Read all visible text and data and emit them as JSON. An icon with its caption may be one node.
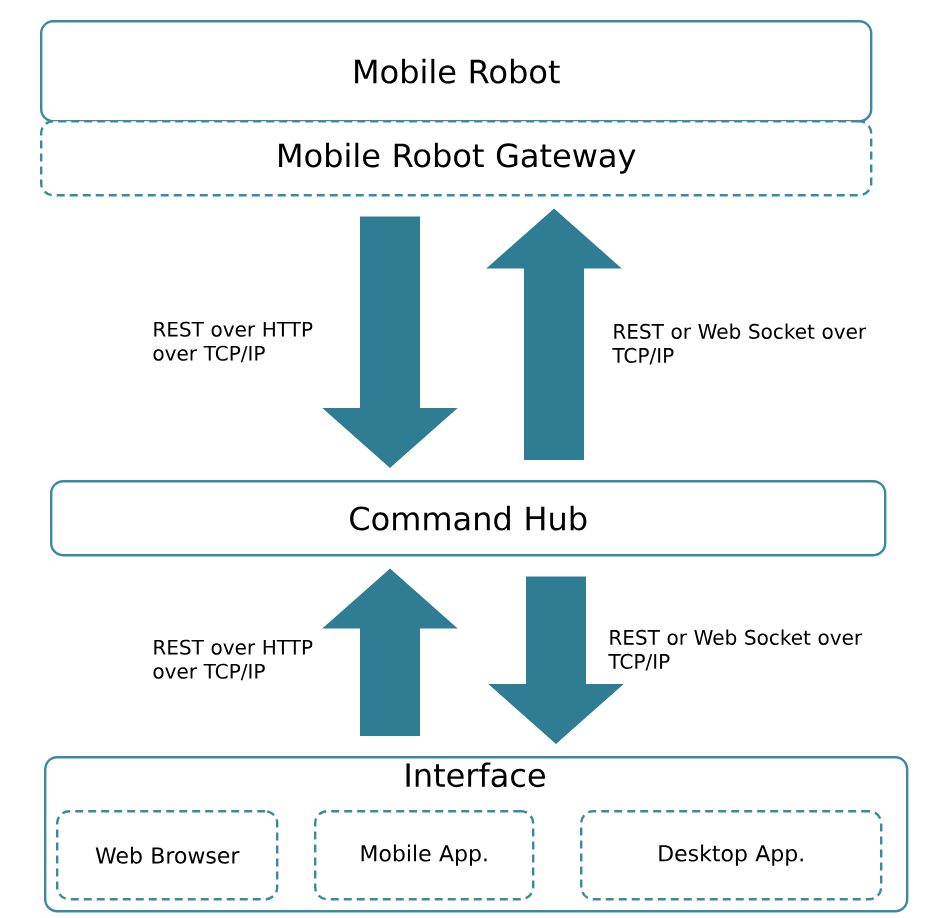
{
  "diagram": {
    "nodes": [
      {
        "text": [
          "Mobile Robot"
        ]
      },
      {
        "text": [
          "Mobile Robot Gateway"
        ]
      },
      {
        "text": [
          "Command Hub"
        ]
      },
      {
        "text": [
          "Interface"
        ]
      },
      {
        "text": [
          "Web Browser"
        ],
        "in": 3
      },
      {
        "text": [
          "Mobile App."
        ],
        "in": 3
      },
      {
        "text": [
          "Desktop App."
        ],
        "in": 3
      }
    ],
    "edges": [
      {
        "from": 1,
        "to": 2,
        "arrow": "to",
        "label": "REST over HTTP over TCP/IP"
      },
      {
        "from": 2,
        "to": 1,
        "arrow": "to",
        "label": "REST or Web Socket over TCP/IP"
      },
      {
        "from": 3,
        "to": 2,
        "arrow": "to",
        "label": "REST over HTTP over TCP/IP"
      },
      {
        "from": 2,
        "to": 3,
        "arrow": "to",
        "label": "REST or Web Socket over TCP/IP"
      }
    ]
  }
}
